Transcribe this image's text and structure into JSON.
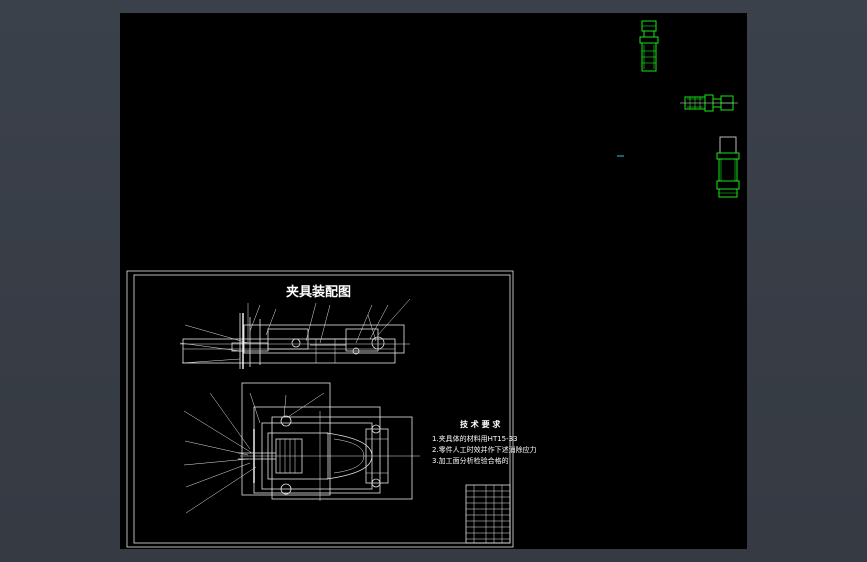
{
  "sheet": {
    "title": "夹具装配图",
    "requirements": {
      "heading": "技 术 要 求",
      "items": [
        "1.夹具体的材料用HT15-33",
        "2.零件人工时效并作下述消除应力",
        "3.加工面分析检验合格的"
      ]
    }
  },
  "colors": {
    "workspace": "#373c45",
    "paper": "#000000",
    "lines": "#e6e6e6",
    "bolt": "#19e619",
    "marker": "#22c8d8"
  }
}
